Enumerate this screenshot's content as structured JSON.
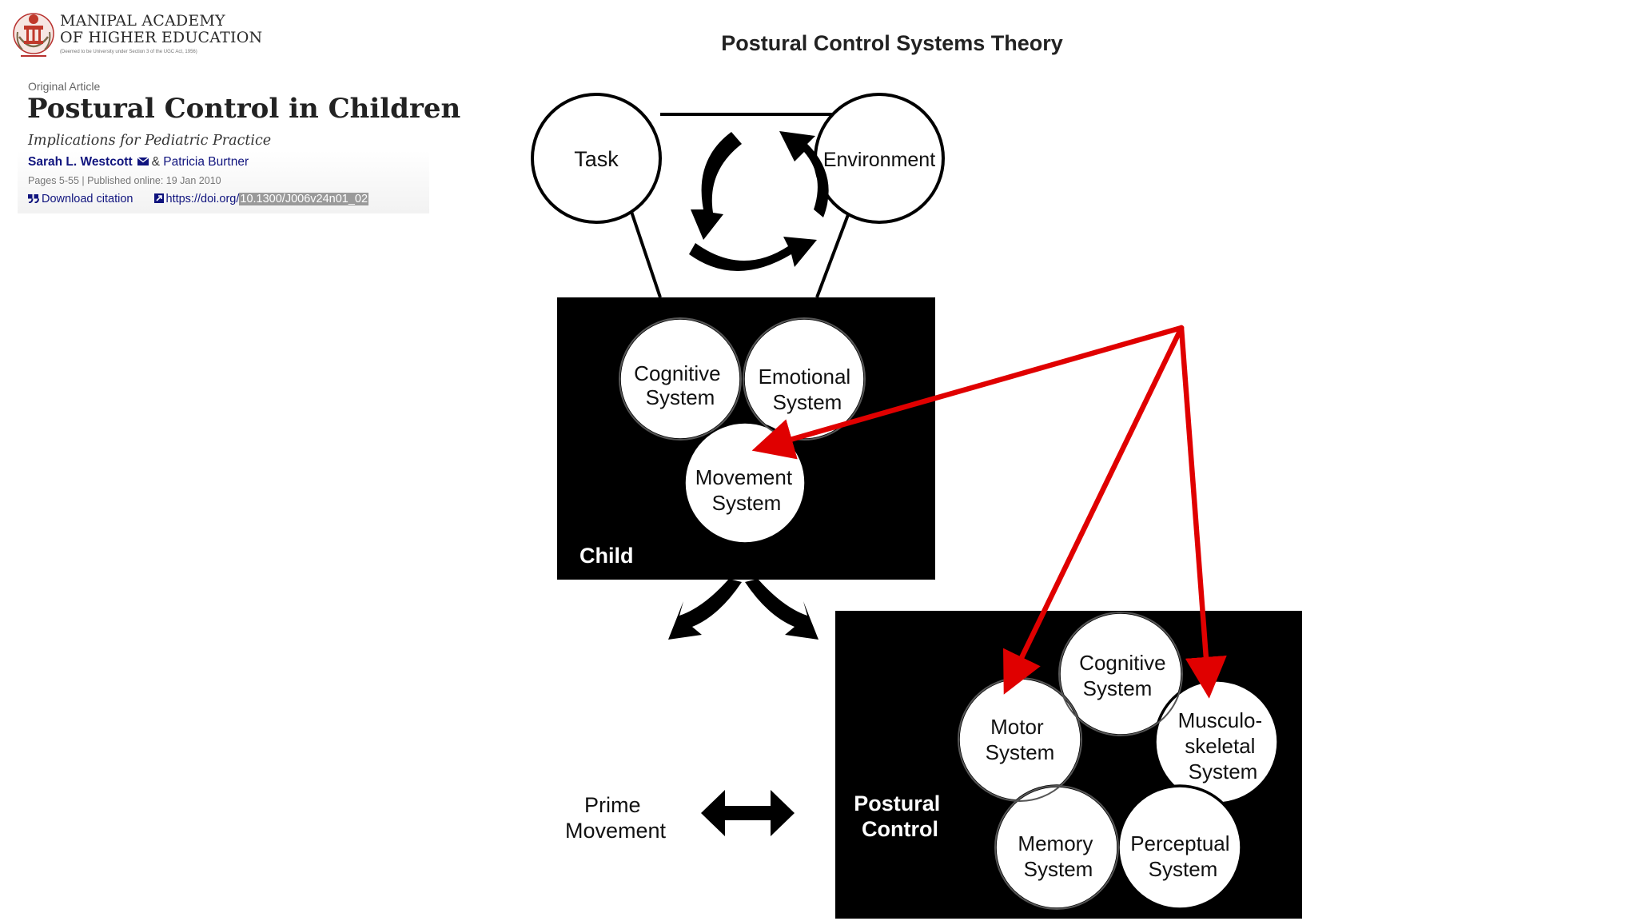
{
  "logo": {
    "line1": "MANIPAL ACADEMY",
    "line2": "OF HIGHER EDUCATION",
    "fine_print": "(Deemed to be University under Section 3 of the UGC Act, 1956)"
  },
  "article": {
    "type": "Original Article",
    "title": "Postural Control in Children",
    "subtitle": "Implications for Pediatric Practice",
    "author1": "Sarah L. Westcott",
    "author_sep": "&",
    "author2": "Patricia Burtner",
    "meta": "Pages 5-55 | Published online: 19 Jan 2010",
    "download_label": "Download citation",
    "doi_prefix": "https://doi.org/",
    "doi_suffix": "10.1300/J006v24n01_02"
  },
  "diagram": {
    "title": "Postural Control Systems Theory",
    "top_nodes": {
      "task": "Task",
      "environment": "Environment"
    },
    "child_box": {
      "label": "Child",
      "cognitive": [
        "Cognitive",
        "System"
      ],
      "emotional": [
        "Emotional",
        "System"
      ],
      "movement": [
        "Movement",
        "System"
      ]
    },
    "postural_box": {
      "label": [
        "Postural",
        "Control"
      ],
      "cognitive": [
        "Cognitive",
        "System"
      ],
      "motor": [
        "Motor",
        "System"
      ],
      "musculo": [
        "Musculo-",
        "skeletal",
        "System"
      ],
      "memory": [
        "Memory",
        "System"
      ],
      "perceptual": [
        "Perceptual",
        "System"
      ]
    },
    "prime_movement": [
      "Prime",
      "Movement"
    ],
    "colors": {
      "annotation": "#e00000",
      "ink": "#000000",
      "paper": "#ffffff"
    }
  }
}
